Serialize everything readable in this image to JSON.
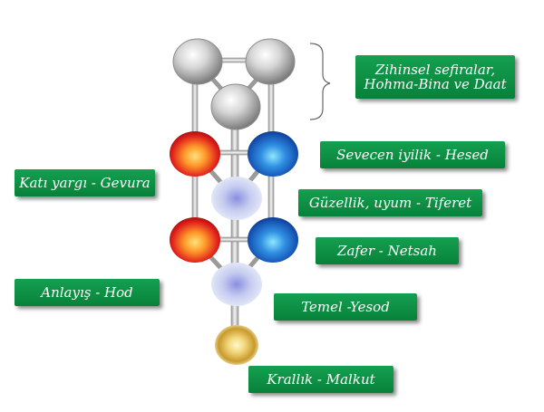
{
  "labels": {
    "mental": [
      "Zihinsel sefiralar,",
      "Hohma-Bina ve Daat"
    ],
    "hesed": "Sevecen iyilik - Hesed",
    "gevura": "Katı yargı - Gevura",
    "tiferet": "Güzellik, uyum - Tiferet",
    "netsah": "Zafer - Netsah",
    "hod": "Anlayış - Hod",
    "yesod": "Temel -Yesod",
    "malkut": "Krallık - Malkut"
  },
  "colors": {
    "label_green": "#0a8c3e",
    "sphere_gray": "#9a9a9a",
    "sphere_red": "#d81e1e",
    "sphere_blue": "#1f6fc6",
    "sphere_lavender": "#b8c0e8",
    "sphere_gold": "#c8a030"
  }
}
